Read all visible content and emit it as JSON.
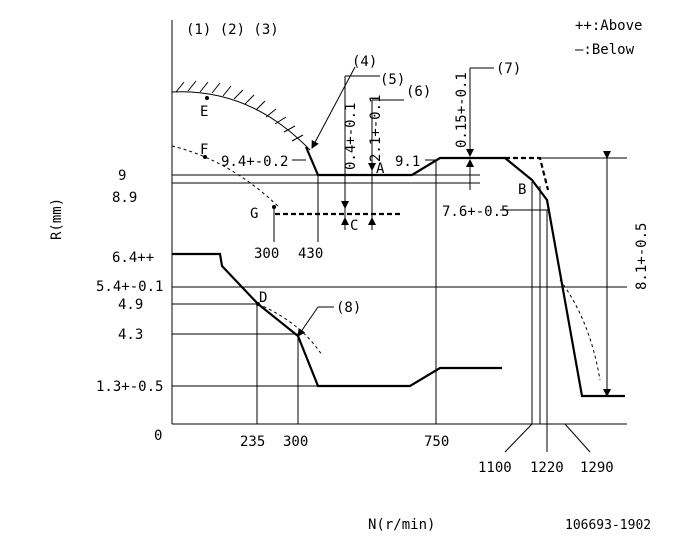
{
  "header": {
    "refs": "(1) (2) (3)",
    "legend_above": "++:Above",
    "legend_below": "—:Below"
  },
  "axes": {
    "y_label": "R(mm)",
    "x_label": "N(r/min)",
    "origin": "0",
    "y_ticks": [
      "9",
      "8.9",
      "6.4++",
      "5.4+-0.1",
      "4.9",
      "4.3",
      "1.3+-0.5"
    ],
    "x_ticks": [
      "235",
      "300",
      "750",
      "1100",
      "1220",
      "1290"
    ]
  },
  "upper_axis": {
    "ticks": [
      "300",
      "430"
    ]
  },
  "callouts": {
    "c4": "(4)",
    "c5": "(5)",
    "c6": "(6)",
    "c7": "(7)",
    "c8": "(8)"
  },
  "values": {
    "v94": "9.4+-0.2",
    "v91": "9.1",
    "v04": "0.4+-0.1",
    "v21": "2.1+-0.1",
    "v015": "0.15+-0.1",
    "v76": "7.6+-0.5",
    "v81": "8.1+-0.5"
  },
  "points": {
    "E": "E",
    "F": "F",
    "G": "G",
    "A": "A",
    "B": "B",
    "C": "C",
    "D": "D"
  },
  "footer": {
    "code": "106693-1902"
  }
}
